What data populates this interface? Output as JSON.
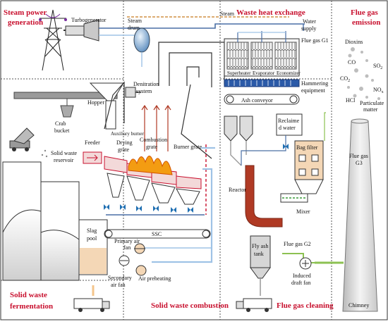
{
  "sections": {
    "steam_power_1": "Steam power",
    "steam_power_2": "generation",
    "waste_heat": "Waste heat exchange",
    "flue_emission_1": "Flue gas",
    "flue_emission_2": "emission",
    "fermentation_1": "Solid waste",
    "fermentation_2": "fermentation",
    "combustion": "Solid waste combustion",
    "cleaning": "Flue gas cleaning"
  },
  "labels": {
    "turbogenerator": "Turbogenerator",
    "steam": "Steam",
    "steam_drum_1": "Steam",
    "steam_drum_2": "drum",
    "water_supply_1": "Water",
    "water_supply_2": "supply",
    "flue_gas_g1": "Flue gas G1",
    "superheater": "Superheater",
    "evaporator": "Evaporator",
    "economizer": "Economizer",
    "hammering_1": "Hammering",
    "hammering_2": "equipment",
    "ash_conveyor": "Ash conveyor",
    "denitration_1": "Denitration",
    "denitration_2": "system",
    "hopper": "Hopper",
    "crab_1": "Crab",
    "crab_2": "bucket",
    "auxiliary_burner": "Auxiliary burner",
    "feeder": "Feeder",
    "drying_1": "Drying",
    "drying_2": "grate",
    "combustion_grate_1": "Combustion",
    "combustion_grate_2": "grate",
    "burner_grate": "Burner grate",
    "reservoir_1": "Solid waste",
    "reservoir_2": "reservoir",
    "reclaimed_1": "Reclaime",
    "reclaimed_2": "d water",
    "bag_filter": "Bag filter",
    "reactor": "Reactor",
    "mixer": "Mixer",
    "slag_1": "Slag",
    "slag_2": "pool",
    "ssc": "SSC",
    "primary_1": "Primary air",
    "primary_2": "fan",
    "secondary_1": "Secondary",
    "secondary_2": "air fan",
    "air_preheating": "Air preheating",
    "fly_ash_1": "Fly ash",
    "fly_ash_2": "tank",
    "flue_gas_g2": "Flue gas G2",
    "induced_1": "Induced",
    "induced_2": "draft fan",
    "flue_gas_g3_1": "Flue gas",
    "flue_gas_g3_2": "G3",
    "chimney": "Chimney",
    "dioxins": "Dioxins",
    "co": "CO",
    "co2": "CO",
    "co2_sub": "2",
    "so2": "SO",
    "so2_sub": "2",
    "nox": "NO",
    "nox_sub": "x",
    "hcl": "HCl",
    "particulate_1": "Particulate",
    "particulate_2": "matter"
  },
  "colors": {
    "section_title": "#c8102e",
    "steam_line": "#4a6fa5",
    "water_line": "#9fc3e6",
    "orange_dashed": "#c87a1e",
    "red_dashed": "#c8102e",
    "green_line": "#8cc152",
    "reactor": "#b03a24",
    "fire": "#f39c12"
  }
}
